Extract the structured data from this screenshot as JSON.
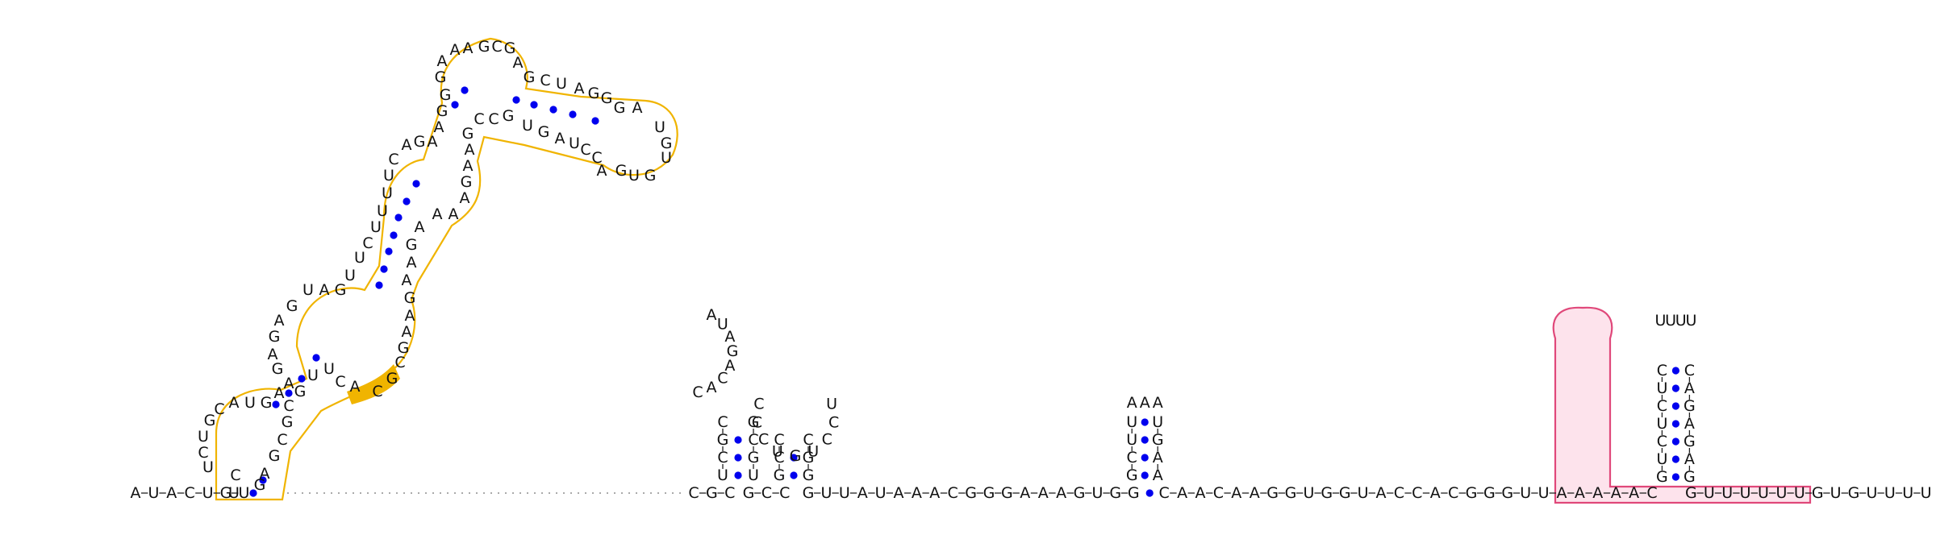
{
  "diagram": {
    "colors": {
      "backbone": "#222222",
      "base_pair": "#0000ee",
      "domain_1": "#f0b400",
      "domain_1_highlight": "#f0b400",
      "domain_2": "#e0487a",
      "domain_2_fill": "#fde3ec"
    },
    "sequence": {
      "five_prime_tail": "AUACUGU",
      "hairpin_a": {
        "stem_left": "UCGC",
        "loop": "CACAGAUA",
        "stem_right": "UGCG"
      },
      "hairpin_b": {
        "stem_left": "GCC",
        "loop": "CCCUGUCCU",
        "stem_right": "GGC"
      },
      "linker_1": "GUUAUAAACGGGAAAGUGG",
      "hairpin_c": {
        "stem_left": "GCUU",
        "loop": "AAA",
        "stem_right": "AAGU"
      },
      "linker_2": "CAACAAGGUGGUACCACGGGUUAAAAAC",
      "terminator": {
        "stem_left": "GUCUCUC",
        "loop": "UUUU",
        "stem_right": "GAGAGAC",
        "tail": "GUUUUUUGUGUUUU"
      }
    }
  }
}
